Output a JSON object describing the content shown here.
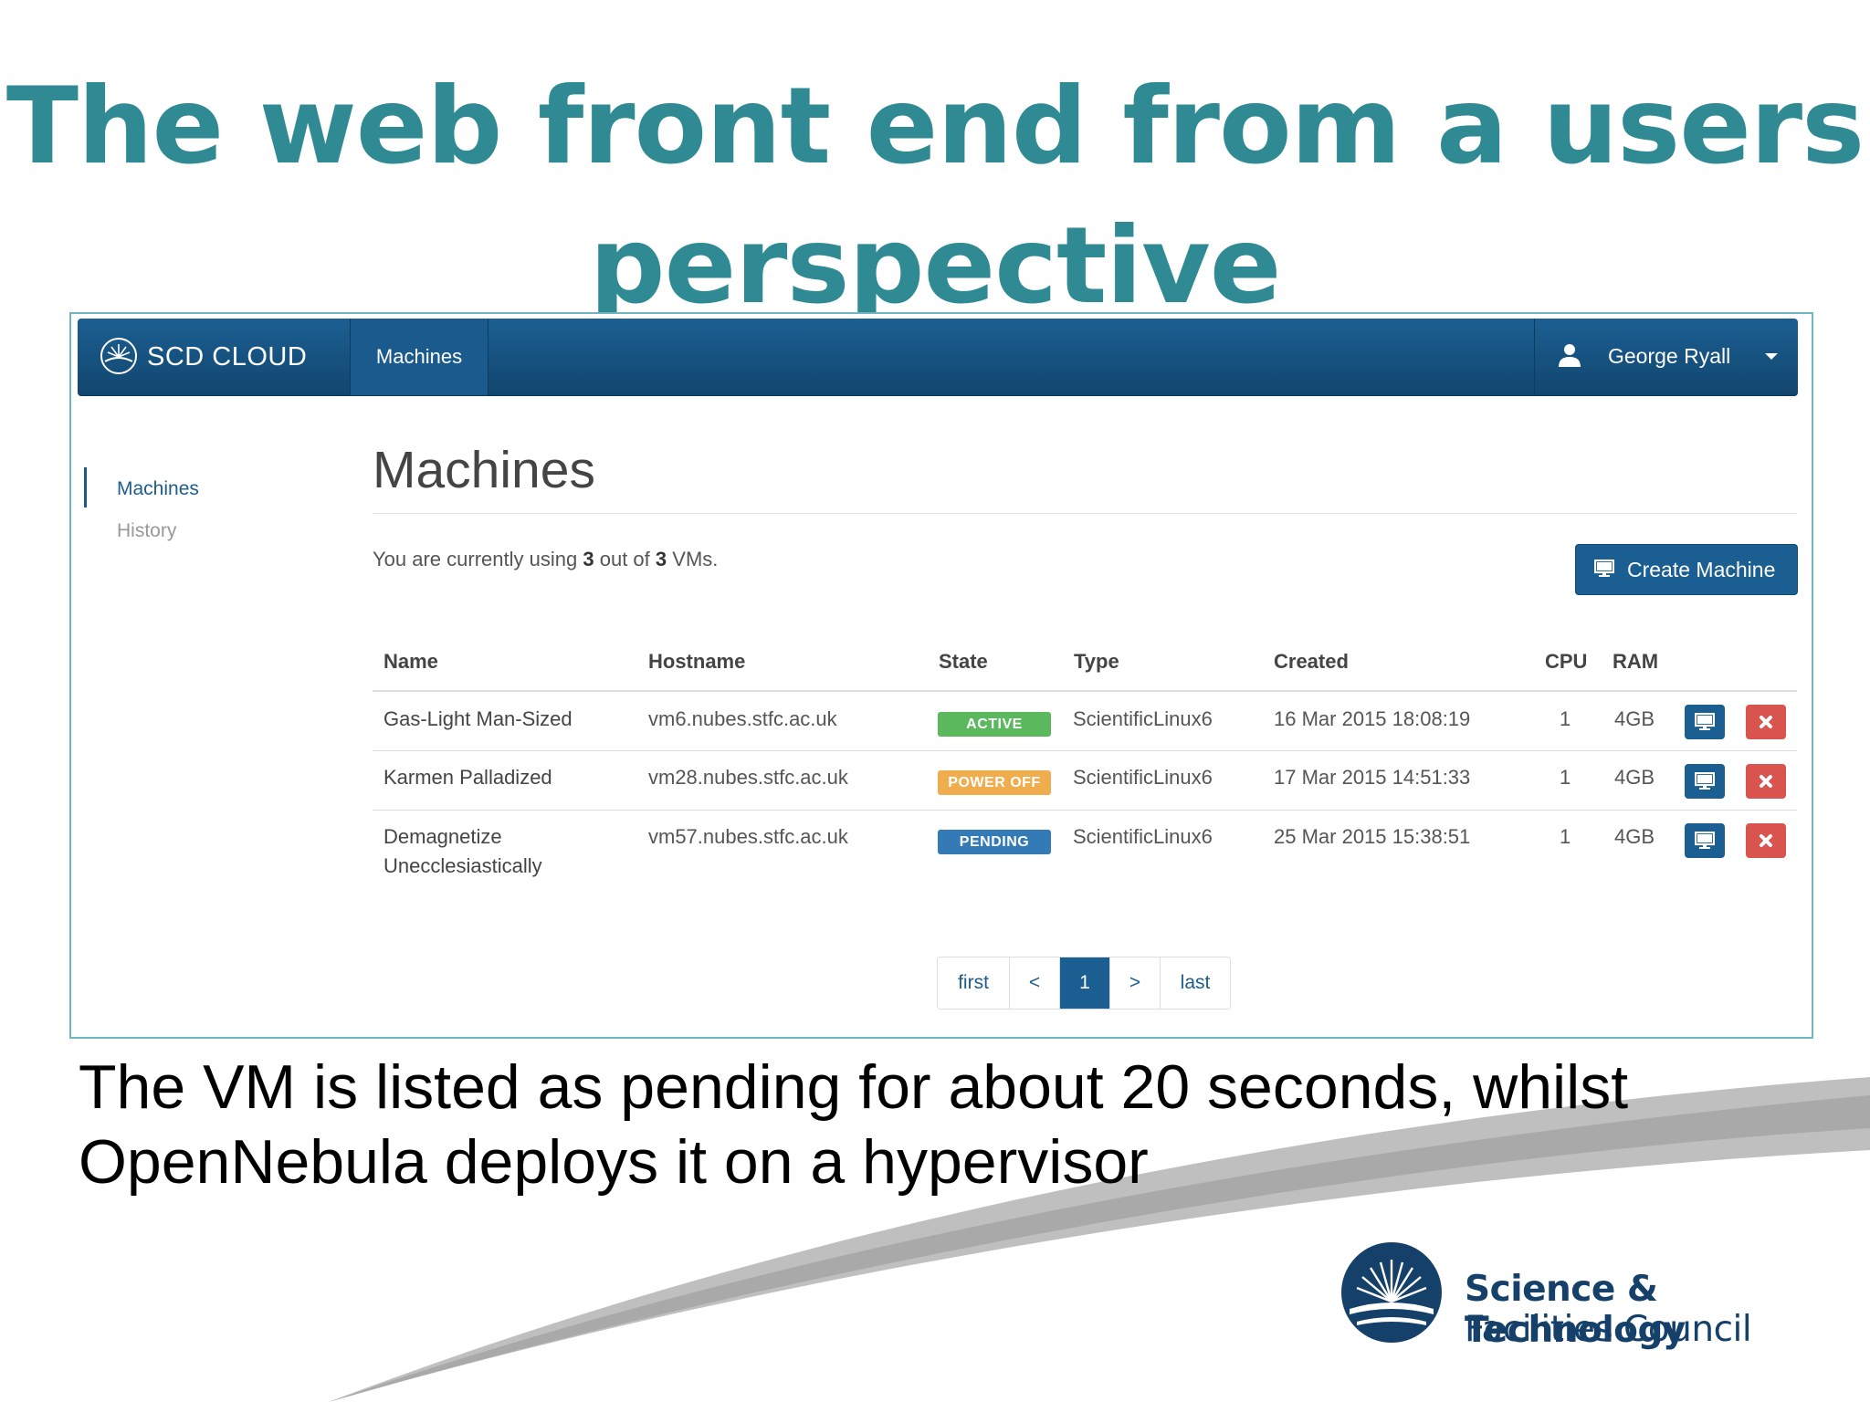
{
  "slide": {
    "title": "The web front end from a users perspective",
    "caption": "The VM is listed as pending for about 20 seconds, whilst OpenNebula deploys it on a hypervisor"
  },
  "navbar": {
    "brand": "SCD CLOUD",
    "tab": "Machines",
    "user": "George Ryall"
  },
  "sidebar": {
    "items": [
      {
        "label": "Machines",
        "active": true
      },
      {
        "label": "History",
        "active": false
      }
    ]
  },
  "main": {
    "heading": "Machines",
    "usage_prefix": "You are currently using",
    "usage_used": "3",
    "usage_mid": "out of",
    "usage_total": "3",
    "usage_suffix": "VMs.",
    "create_label": "Create Machine"
  },
  "table": {
    "columns": [
      "Name",
      "Hostname",
      "State",
      "Type",
      "Created",
      "CPU",
      "RAM"
    ],
    "rows": [
      {
        "name": "Gas-Light Man-Sized",
        "hostname": "vm6.nubes.stfc.ac.uk",
        "state": "ACTIVE",
        "type": "ScientificLinux6",
        "created": "16 Mar 2015 18:08:19",
        "cpu": "1",
        "ram": "4GB"
      },
      {
        "name": "Karmen Palladized",
        "hostname": "vm28.nubes.stfc.ac.uk",
        "state": "POWER OFF",
        "type": "ScientificLinux6",
        "created": "17 Mar 2015 14:51:33",
        "cpu": "1",
        "ram": "4GB"
      },
      {
        "name": "Demagnetize Unecclesiastically",
        "hostname": "vm57.nubes.stfc.ac.uk",
        "state": "PENDING",
        "type": "ScientificLinux6",
        "created": "25 Mar 2015 15:38:51",
        "cpu": "1",
        "ram": "4GB"
      }
    ]
  },
  "pagination": {
    "first": "first",
    "prev": "<",
    "current": "1",
    "next": ">",
    "last": "last"
  },
  "colors": {
    "title": "#2f8a93",
    "navbar": "#1b5f92",
    "active": "#5cb85c",
    "power_off": "#f0ad4e",
    "pending": "#337ab7",
    "delete": "#d9534f"
  },
  "icons": {
    "brand": "scd-cloud-logo-icon",
    "user": "user-icon",
    "create": "monitor-icon",
    "console": "monitor-icon",
    "delete": "close-icon",
    "org_logo": "stfc-sunburst-logo"
  },
  "organisation": {
    "line1": "Science & Technology",
    "line2": "Facilities Council"
  }
}
